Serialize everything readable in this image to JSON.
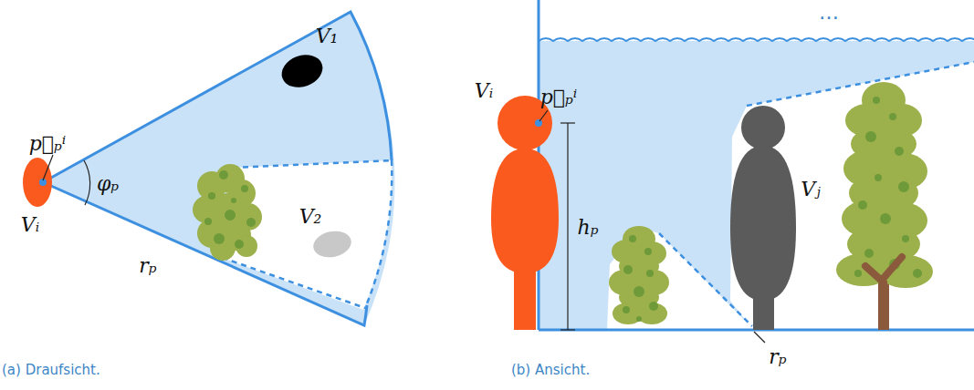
{
  "diagram": {
    "labels": [
      "V₁",
      "p⃗ₚⁱ",
      "φₚ",
      "Vᵢ",
      "V₂",
      "rₚ",
      "(a) Draufsicht.",
      "…",
      "Vᵢ",
      "p⃗ₚⁱ",
      "hₚ",
      "Vⱼ",
      "rₚ",
      "(b) Ansicht."
    ]
  }
}
